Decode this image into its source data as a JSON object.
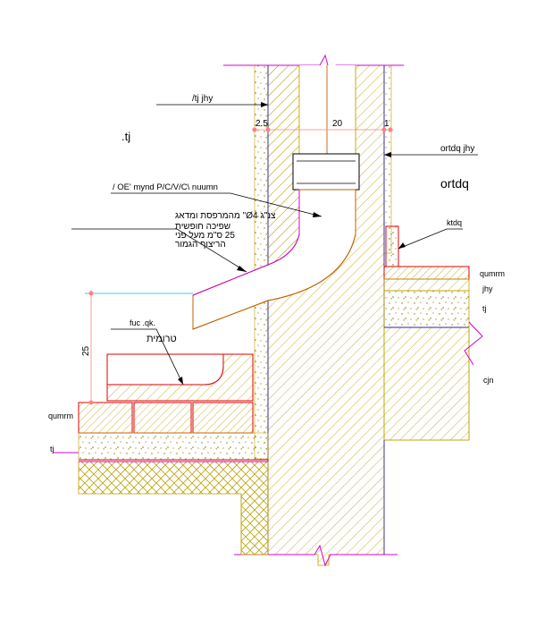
{
  "labels": {
    "top_left_leader": "/tj jhy",
    "top_left_word": ".tj",
    "right_leader": "ortdq jhy",
    "right_word": "ortdq",
    "upper_right_small": "ktdq",
    "right_mid_1": "qumrm",
    "right_mid_2": "jhy",
    "right_mid_3": "tj",
    "right_lower": "cjn",
    "left_lower_1": "qumrm",
    "left_lower_2": "tj",
    "pipe_spec_line1": "/ OE' mynd P/C/V/C\\ nuumn",
    "pipe_spec_line2": "צנ\"ג Ø4\" מהמרפסת ומדאג",
    "pipe_spec_line3": "שפיכה חופשית",
    "pipe_spec_line4": "25 ס\"מ מעל פני",
    "pipe_spec_line5": "הריצוף הגמור",
    "planter_leader": "fuc .qk.",
    "planter_word": "טרומית"
  },
  "dimensions": {
    "left_wall": "2.5",
    "center_gap": "20",
    "right_wall": "1",
    "pipe_height": "25"
  },
  "colors": {
    "hatch": "#b8a000",
    "concrete_dots": "#8a7a00",
    "magenta": "#d400d4",
    "red": "#e00000",
    "blue": "#0000c0",
    "cyan": "#00c0c0",
    "salmon": "#ff8080",
    "brown": "#c06000",
    "black": "#000000"
  }
}
